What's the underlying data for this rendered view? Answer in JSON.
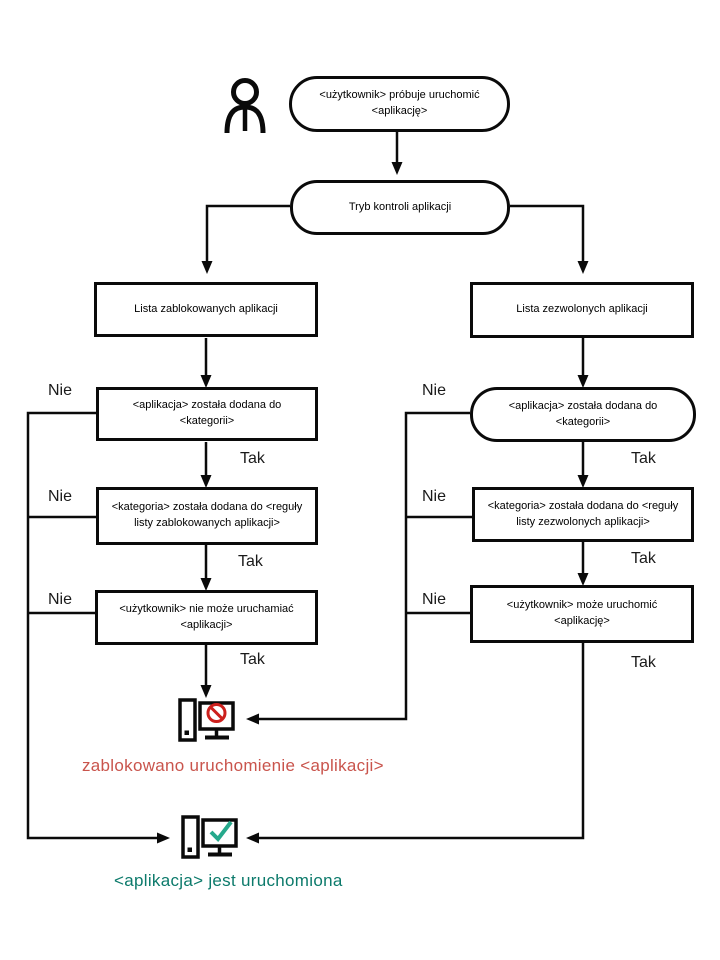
{
  "flow": {
    "start_label": "<użytkownik> próbuje uruchomić <aplikację>",
    "mode_label": "Tryb kontroli aplikacji",
    "no_label": "Nie",
    "yes_label": "Tak",
    "left": {
      "list_label": "Lista zablokowanych aplikacji",
      "step1": "<aplikacja> została dodana do <kategorii>",
      "step2": "<kategoria> została dodana do <reguły listy zablokowanych aplikacji>",
      "step3": "<użytkownik> nie może uruchamiać <aplikacji>"
    },
    "right": {
      "list_label": "Lista zezwolonych aplikacji",
      "step1": "<aplikacja> została dodana do <kategorii>",
      "step2": "<kategoria> została dodana do <reguły listy zezwolonych aplikacji>",
      "step3": "<użytkownik> może uruchomić <aplikację>"
    },
    "outcomes": {
      "blocked": "zablokowano uruchomienie <aplikacji>",
      "running": "<aplikacja> jest uruchomiona"
    },
    "colors": {
      "line": "#0a0a0a",
      "blocked_text": "#c9544c",
      "blocked_badge": "#cc201d",
      "running_text": "#0c7a6b",
      "running_badge": "#26a98c"
    },
    "icons": {
      "user": "user-icon",
      "blocked": "blocked-computer-icon",
      "running": "running-computer-icon"
    }
  }
}
